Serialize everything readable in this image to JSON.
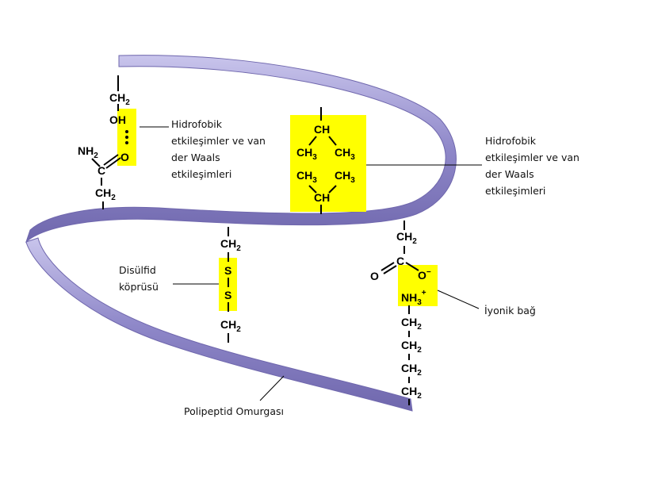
{
  "labels": {
    "hydrophobic_left": [
      "Hidrofobik",
      "etkileşimler ve van",
      "der Waals",
      "etkileşimleri"
    ],
    "hydrophobic_right": [
      "Hidrofobik",
      "etkileşimler ve van",
      "der Waals",
      "etkileşimleri"
    ],
    "disulfide": [
      "Disülfid",
      "köprüsü"
    ],
    "ionic": "İyonik bağ",
    "backbone": "Polipeptid Omurgası"
  },
  "chem": {
    "ch2": "CH",
    "sub2": "2",
    "sub3": "3",
    "oh": "OH",
    "o": "O",
    "nh": "NH",
    "c": "C",
    "ch": "CH",
    "ch3": "CH",
    "s": "S",
    "o_minus": "O",
    "minus": "−",
    "plus": "+"
  },
  "colors": {
    "ribbon": "#8f88c9",
    "ribbon_dark": "#6f67ad",
    "ribbon_light": "#c4c0e8",
    "highlight": "#ffff00"
  }
}
